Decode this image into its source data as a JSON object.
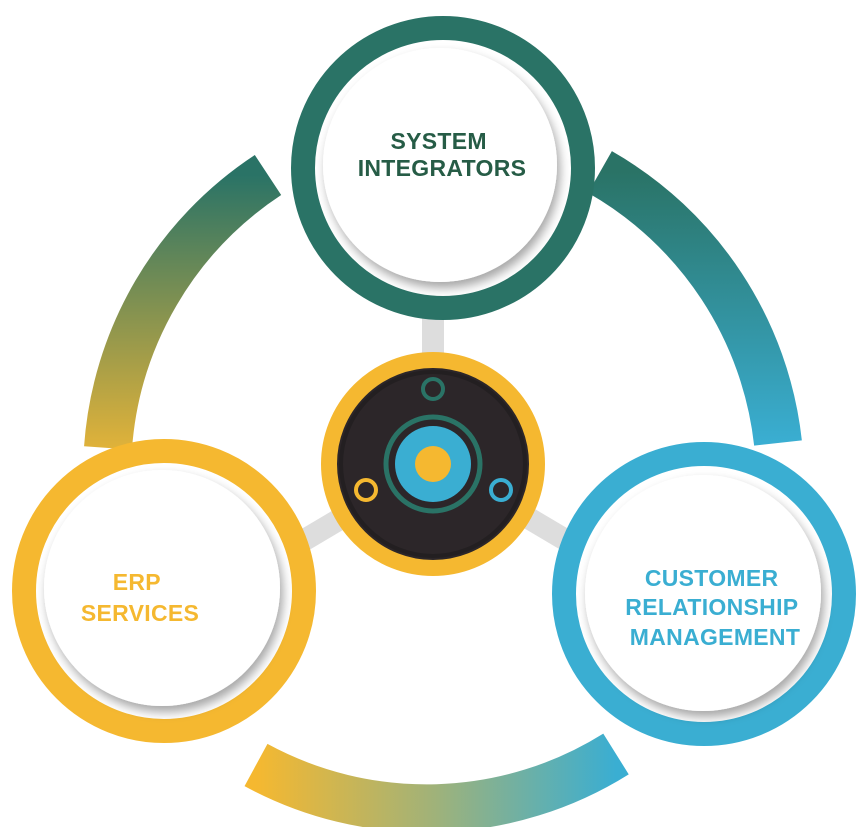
{
  "nodes": {
    "system_integrators": {
      "line1": "SYSTEM",
      "line2": "INTEGRATORS"
    },
    "erp_services": {
      "line1": "ERP",
      "line2": "SERVICES"
    },
    "crm": {
      "line1": "CUSTOMER",
      "line2": "RELATIONSHIP",
      "line3": "MANAGEMENT"
    }
  },
  "colors": {
    "teal_dark": "#2a7366",
    "teal_mid": "#2f7f76",
    "blue": "#3aaed2",
    "yellow": "#f5b830",
    "hub_dark": "#2c2629",
    "text_teal": "#265c46",
    "text_yellow": "#f5b830",
    "text_blue": "#3aaed2",
    "connector_gray": "#dddddd"
  }
}
